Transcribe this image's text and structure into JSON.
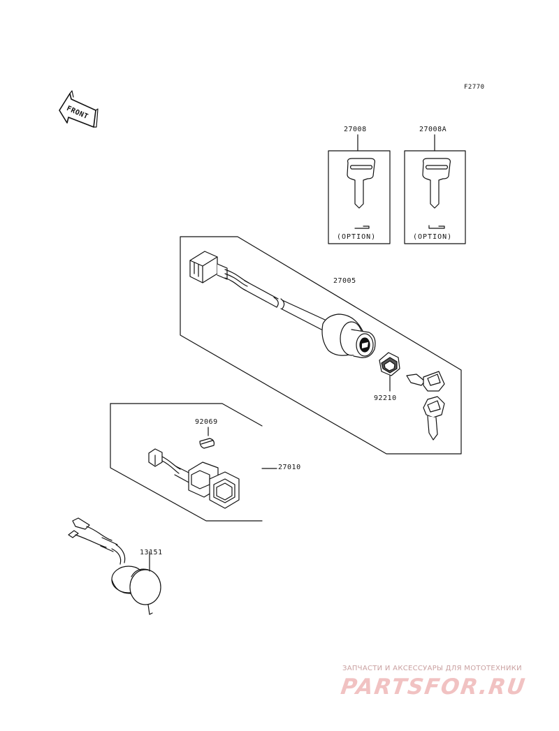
{
  "figure_code": "F2770",
  "front_label": "FRONT",
  "parts": {
    "key_blank": "27008",
    "key_blank_a": "27008A",
    "ignition_switch": "27005",
    "nut": "92210",
    "bulb": "92069",
    "switch": "27010",
    "buzzer": "13151"
  },
  "option_label": "(OPTION)",
  "watermark": {
    "tagline": "ЗАПЧАСТИ И АКСЕССУАРЫ ДЛЯ МОТОТЕХНИКИ",
    "logo": "PARTSFOR.RU"
  }
}
